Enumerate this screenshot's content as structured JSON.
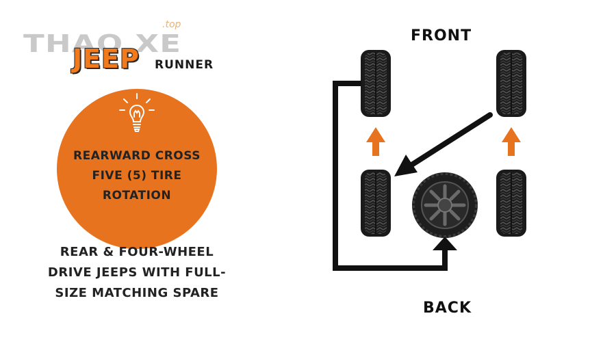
{
  "logo": {
    "watermark": "THAO XE",
    "watermark_suffix": ".top",
    "brand": "JEEP",
    "brand_sub": "RUNNER"
  },
  "badge": {
    "icon": "lightbulb-icon",
    "title_lines": [
      "REARWARD CROSS",
      "FIVE (5) TIRE",
      "ROTATION"
    ]
  },
  "subtitle_lines": [
    "REAR & FOUR-WHEEL",
    "DRIVE JEEPS WITH FULL-",
    "SIZE MATCHING SPARE"
  ],
  "diagram": {
    "front_label": "FRONT",
    "back_label": "BACK"
  },
  "colors": {
    "accent": "#e8731f",
    "arrow_orange": "#e8731f",
    "tire": "#1e1e1e",
    "text": "#222222"
  }
}
